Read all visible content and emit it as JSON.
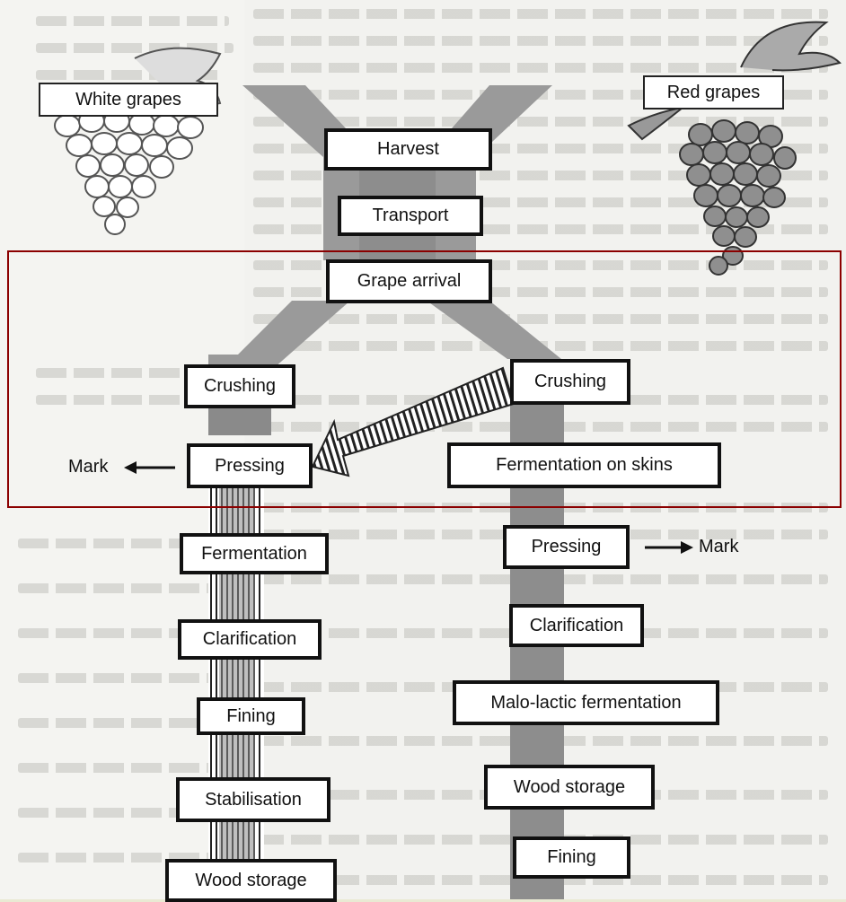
{
  "labels": {
    "white_grapes": "White grapes",
    "red_grapes": "Red grapes"
  },
  "shared_steps": {
    "harvest": "Harvest",
    "transport": "Transport",
    "arrival": "Grape arrival"
  },
  "white_branch": {
    "steps": [
      "Crushing",
      "Pressing",
      "Fermentation",
      "Clarification",
      "Fining",
      "Stabilisation",
      "Wood storage"
    ],
    "mark": "Mark"
  },
  "red_branch": {
    "steps": [
      "Crushing",
      "Fermentation on skins",
      "Pressing",
      "Clarification",
      "Malo-lactic fermentation",
      "Wood storage",
      "Fining"
    ],
    "mark": "Mark"
  },
  "colors": {
    "flow_band": "#9a9a9a",
    "flow_band_dark": "#808080",
    "highlight_frame": "#8b0000",
    "grape_red": "#8f8f8f"
  }
}
